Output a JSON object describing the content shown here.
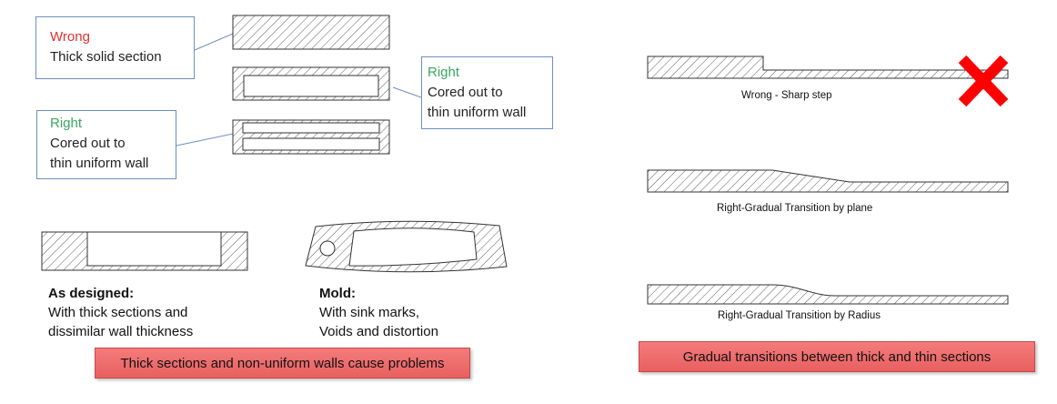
{
  "callouts": {
    "wrong_solid": {
      "label": "Wrong",
      "text": "Thick solid section"
    },
    "right_cored_1": {
      "label": "Right",
      "line1": "Cored out  to",
      "line2": "thin uniform wall"
    },
    "right_cored_2": {
      "label": "Right",
      "line1": "Cored out  to",
      "line2": "thin uniform wall"
    }
  },
  "captions": {
    "as_designed": {
      "title": "As designed:",
      "line1": "With thick sections and",
      "line2": "dissimilar wall thickness"
    },
    "mold": {
      "title": "Mold:",
      "line1": "With sink marks,",
      "line2": "Voids and distortion"
    }
  },
  "transitions": {
    "sharp_step": "Wrong  - Sharp step",
    "plane": "Right-Gradual Transition by plane",
    "radius": "Right-Gradual Transition by Radius"
  },
  "banners": {
    "left": "Thick sections and non-uniform walls cause problems",
    "right": "Gradual transitions between thick and thin sections"
  },
  "colors": {
    "wrong": "#e03030",
    "right": "#3aa660",
    "banner": "#ee6b6b",
    "callout_border": "#6f8fbf",
    "cross": "#ff0000"
  },
  "icons": {
    "wrong_mark": "red-x-icon"
  }
}
